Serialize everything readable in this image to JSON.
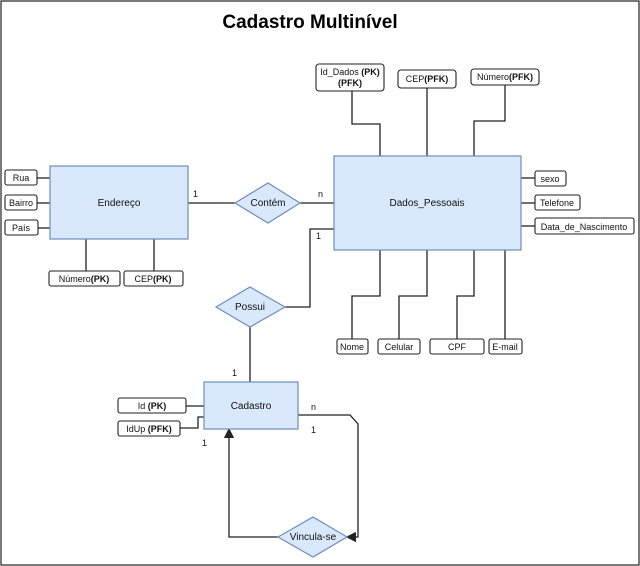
{
  "title": "Cadastro Multinível",
  "entities": {
    "endereco": "Endereço",
    "dados_pessoais": "Dados_Pessoais",
    "cadastro": "Cadastro"
  },
  "relationships": {
    "contem": "Contém",
    "possui": "Possui",
    "vincula": "Vincula-se"
  },
  "attributes": {
    "rua": "Rua",
    "bairro": "Bairro",
    "pais": "País",
    "numero_end": {
      "name": "Número",
      "key": "(PK)"
    },
    "cep_end": {
      "name": "CEP",
      "key": "(PK)"
    },
    "id_dados": {
      "name": "Id_Dados ",
      "key": "(PK)",
      "key2": "(PFK)"
    },
    "cep_dados": {
      "name": "CEP",
      "key": "(PFK)"
    },
    "numero_dados": {
      "name": "Número",
      "key": "(PFK)"
    },
    "sexo": "sexo",
    "telefone": "Telefone",
    "data_nasc": "Data_de_Nascimento",
    "nome": "Nome",
    "celular": "Celular",
    "cpf": "CPF",
    "email": "E-mail",
    "id_cad": {
      "name": "Id ",
      "key": "(PK)"
    },
    "idup": {
      "name": "IdUp ",
      "key": "(PFK)"
    }
  },
  "cardinalities": {
    "end_contem": "1",
    "contem_dados": "n",
    "dados_possui": "1",
    "possui_cadastro": "1",
    "cad_n": "n",
    "cad_1_right": "1",
    "cad_1_left": "1"
  }
}
